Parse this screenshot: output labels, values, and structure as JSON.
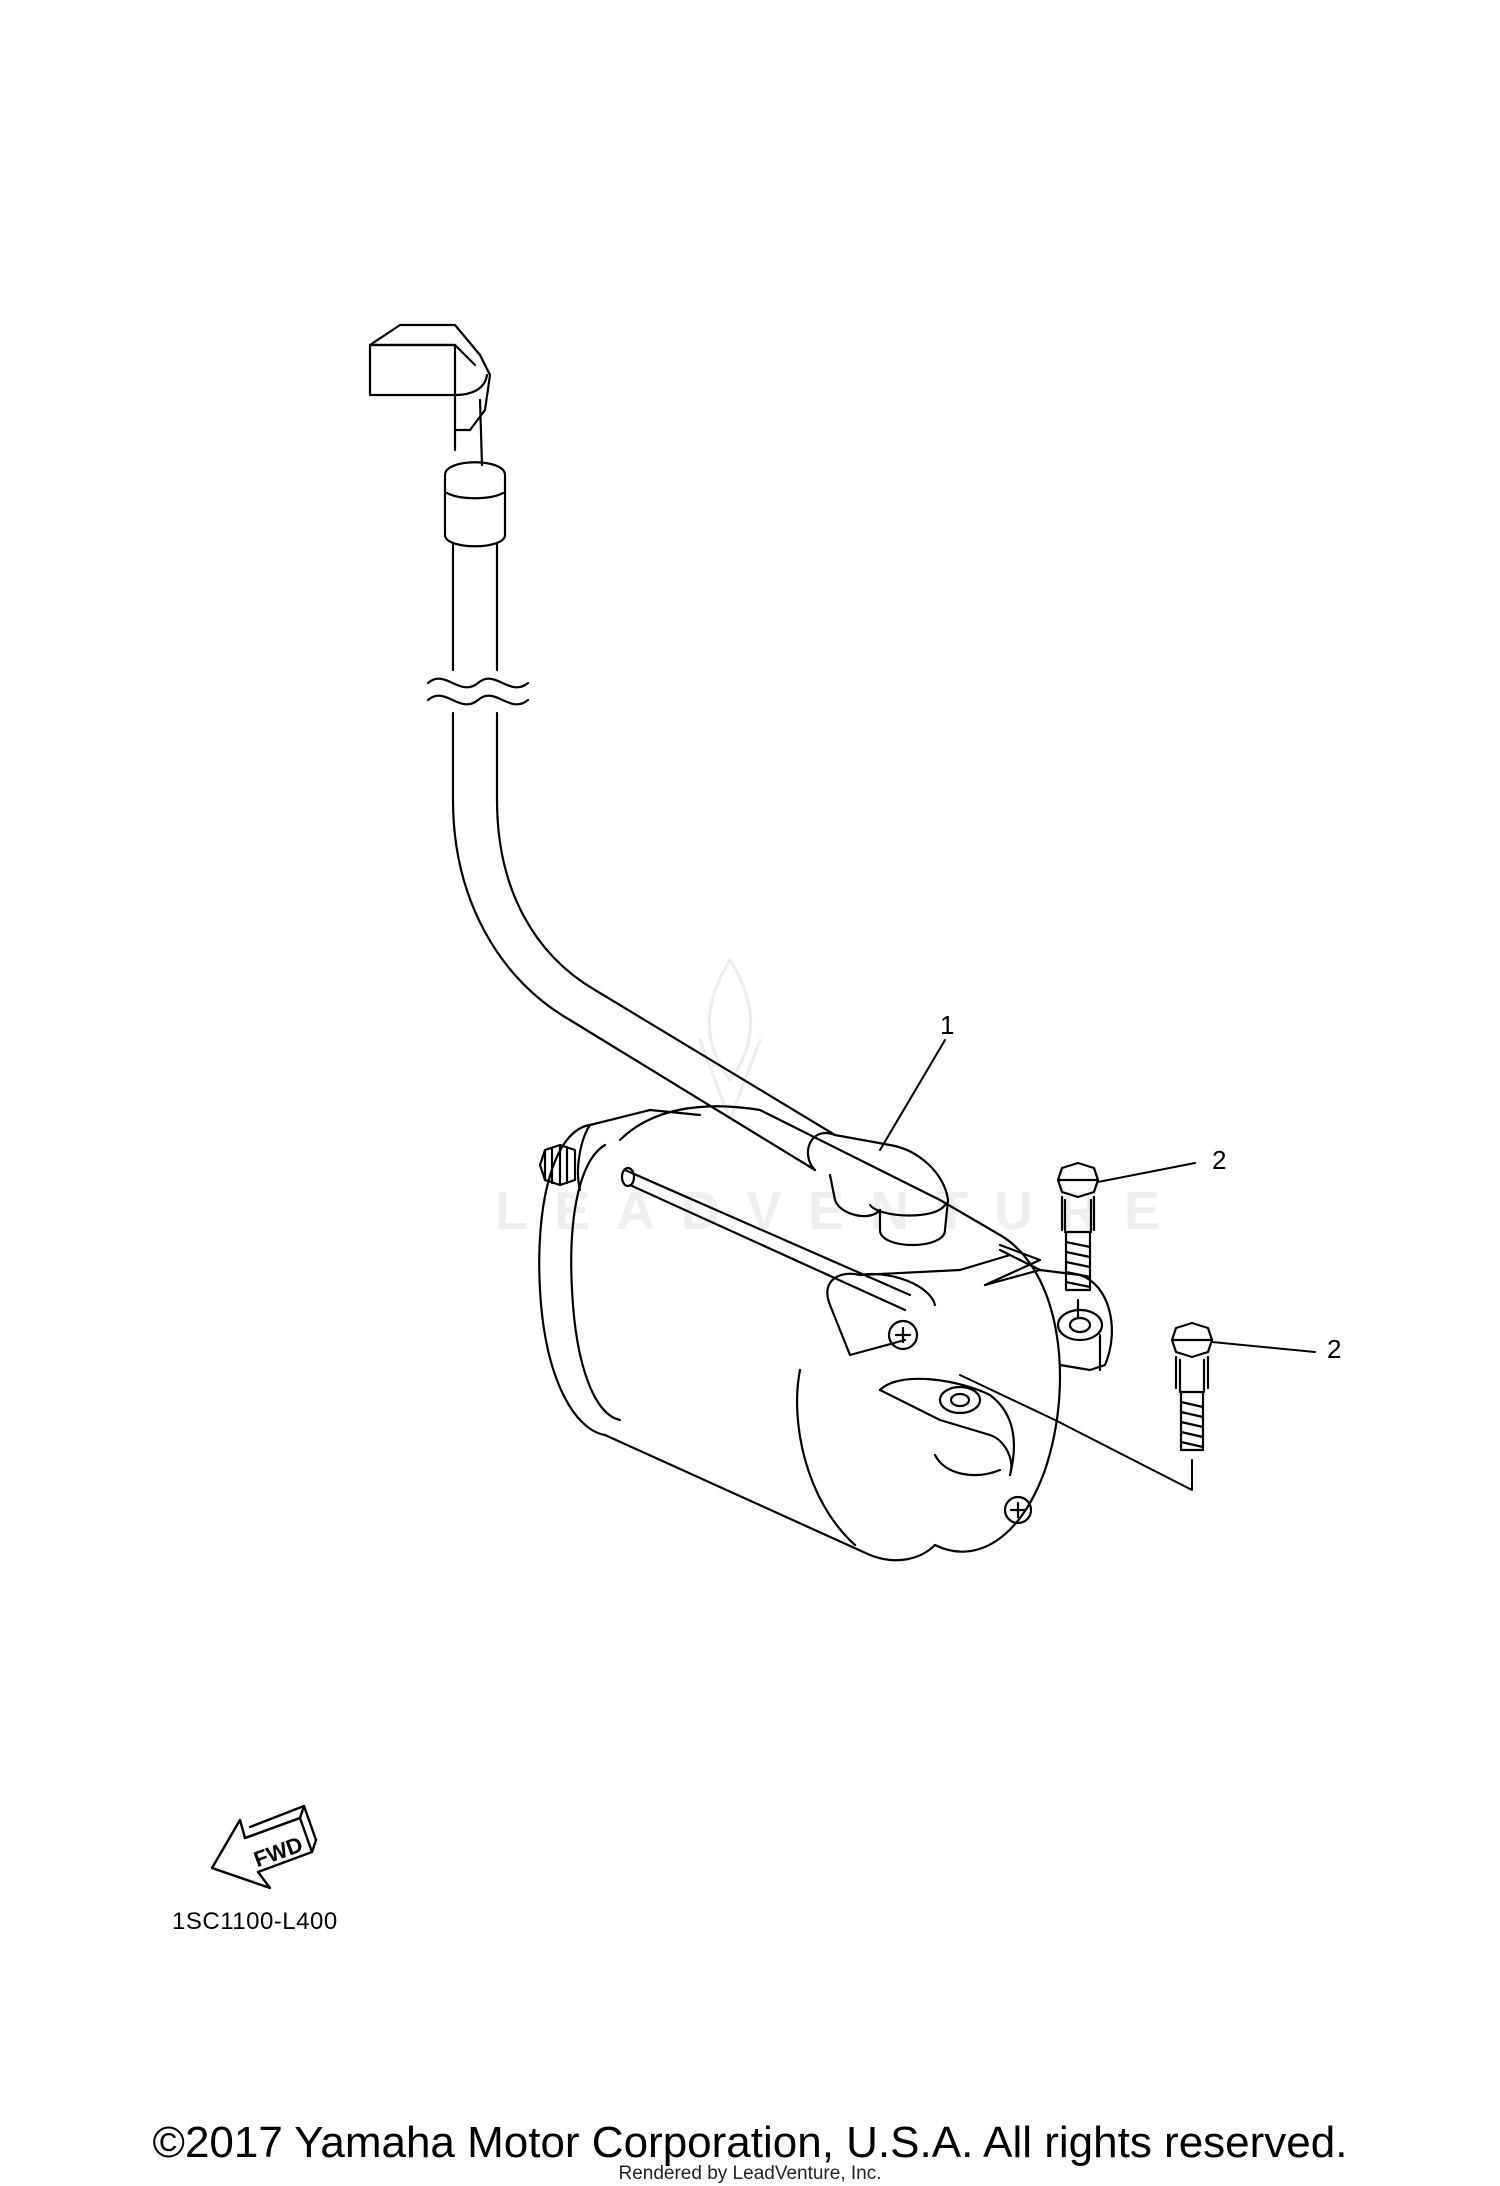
{
  "diagram": {
    "callouts": [
      "1",
      "2",
      "2"
    ],
    "fwd_label": "FWD",
    "drawing_code": "1SC1100-L400",
    "watermark": "LEADVENTURE",
    "copyright": "©2017 Yamaha Motor Corporation, U.S.A. All rights reserved.",
    "rendered_by": "Rendered by LeadVenture, Inc.",
    "line_color": "#000000",
    "background_color": "#ffffff"
  }
}
